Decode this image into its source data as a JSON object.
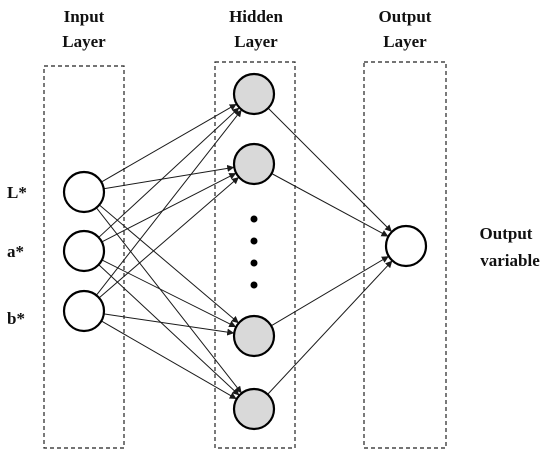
{
  "layers": {
    "input": {
      "title_line1": "Input",
      "title_line2": "Layer"
    },
    "hidden": {
      "title_line1": "Hidden",
      "title_line2": "Layer"
    },
    "output": {
      "title_line1": "Output",
      "title_line2": "Layer"
    }
  },
  "input_nodes": [
    "L*",
    "a*",
    "b*"
  ],
  "output_label": {
    "line1": "Output",
    "line2": "variable"
  },
  "colors": {
    "hidden_node_fill": "#d9d9d9",
    "node_stroke": "#000000",
    "edge": "#1a1a1a"
  }
}
